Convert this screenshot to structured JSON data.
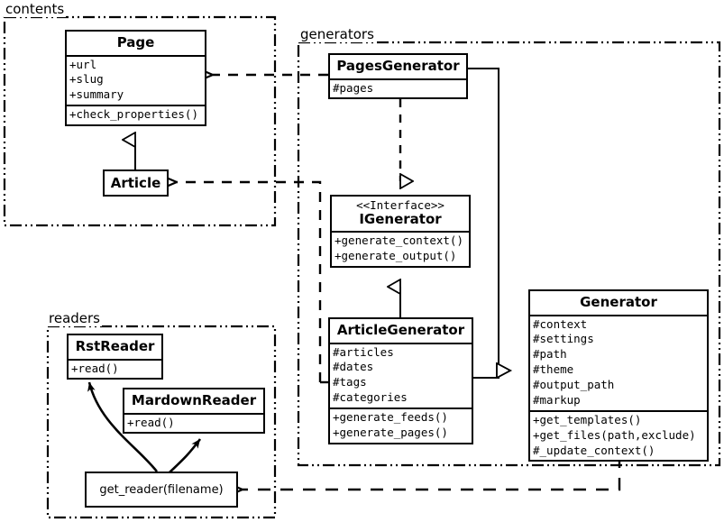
{
  "diagram": {
    "kind": "uml-class-diagram",
    "background": "#ffffff",
    "line_color": "#000000"
  },
  "packages": [
    {
      "id": "contents",
      "label": "contents"
    },
    {
      "id": "generators",
      "label": "generators"
    },
    {
      "id": "readers",
      "label": "readers"
    }
  ],
  "classes": {
    "page": {
      "name": "Page",
      "attributes": [
        "+url",
        "+slug",
        "+summary"
      ],
      "operations": [
        "+check_properties()"
      ]
    },
    "article": {
      "name": "Article",
      "attributes": [],
      "operations": []
    },
    "pages_generator": {
      "name": "PagesGenerator",
      "attributes": [
        "#pages"
      ],
      "operations": []
    },
    "igenerator": {
      "stereotype": "<<Interface>>",
      "name": "IGenerator",
      "attributes": [],
      "operations": [
        "+generate_context()",
        "+generate_output()"
      ]
    },
    "article_generator": {
      "name": "ArticleGenerator",
      "attributes": [
        "#articles",
        "#dates",
        "#tags",
        "#categories"
      ],
      "operations": [
        "+generate_feeds()",
        "+generate_pages()"
      ]
    },
    "generator": {
      "name": "Generator",
      "attributes": [
        "#context",
        "#settings",
        "#path",
        "#theme",
        "#output_path",
        "#markup"
      ],
      "operations": [
        "+get_templates()",
        "+get_files(path,exclude)",
        "#_update_context()"
      ]
    },
    "rst_reader": {
      "name": "RstReader",
      "attributes": [],
      "operations": [
        "+read()"
      ]
    },
    "mardown_reader": {
      "name": "MardownReader",
      "attributes": [],
      "operations": [
        "+read()"
      ]
    }
  },
  "functions": {
    "get_reader": {
      "label": "get_reader(filename)"
    }
  },
  "relationships": [
    {
      "from": "article",
      "to": "page",
      "type": "generalization"
    },
    {
      "from": "pages_generator",
      "to": "igenerator",
      "type": "realization"
    },
    {
      "from": "article_generator",
      "to": "igenerator",
      "type": "generalization"
    },
    {
      "from": "pages_generator",
      "to": "generator",
      "type": "generalization"
    },
    {
      "from": "article_generator",
      "to": "generator",
      "type": "generalization"
    },
    {
      "from": "pages_generator",
      "to": "page",
      "type": "dependency"
    },
    {
      "from": "article_generator",
      "to": "article",
      "type": "dependency"
    },
    {
      "from": "generator",
      "to": "get_reader",
      "type": "dependency"
    },
    {
      "from": "get_reader",
      "to": "rst_reader",
      "type": "usage"
    },
    {
      "from": "get_reader",
      "to": "mardown_reader",
      "type": "usage"
    }
  ]
}
